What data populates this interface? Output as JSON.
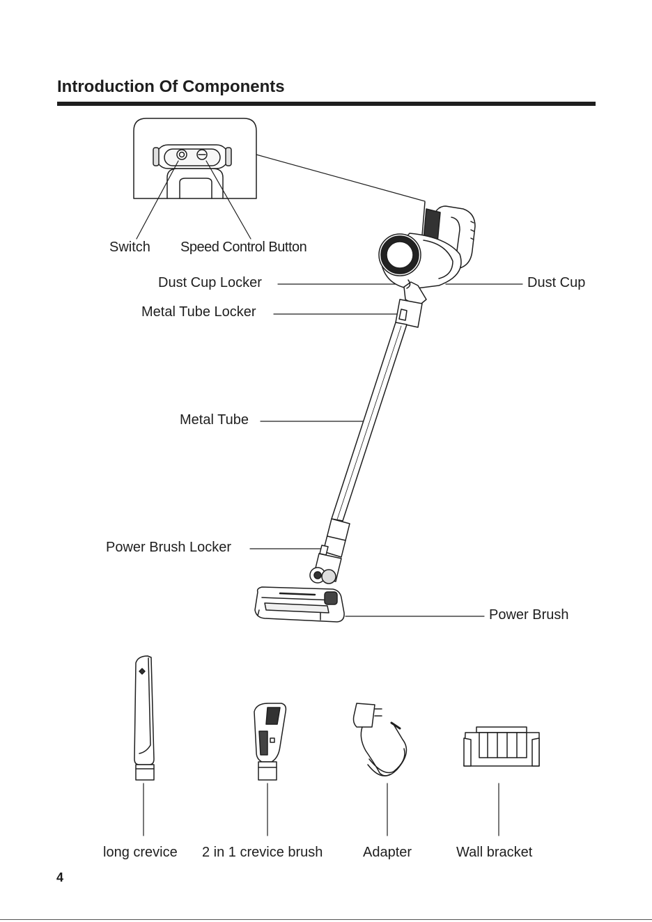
{
  "section_title": "Introduction Of Components",
  "labels": {
    "switch": "Switch",
    "speed_control_button": "Speed Control Button",
    "dust_cup_locker": "Dust Cup Locker",
    "dust_cup": "Dust Cup",
    "metal_tube_locker": "Metal Tube Locker",
    "metal_tube": "Metal Tube",
    "power_brush_locker": "Power Brush Locker",
    "power_brush": "Power Brush"
  },
  "accessories": [
    "long crevice",
    "2 in 1 crevice brush",
    "Adapter",
    "Wall bracket"
  ],
  "page_number": "4"
}
